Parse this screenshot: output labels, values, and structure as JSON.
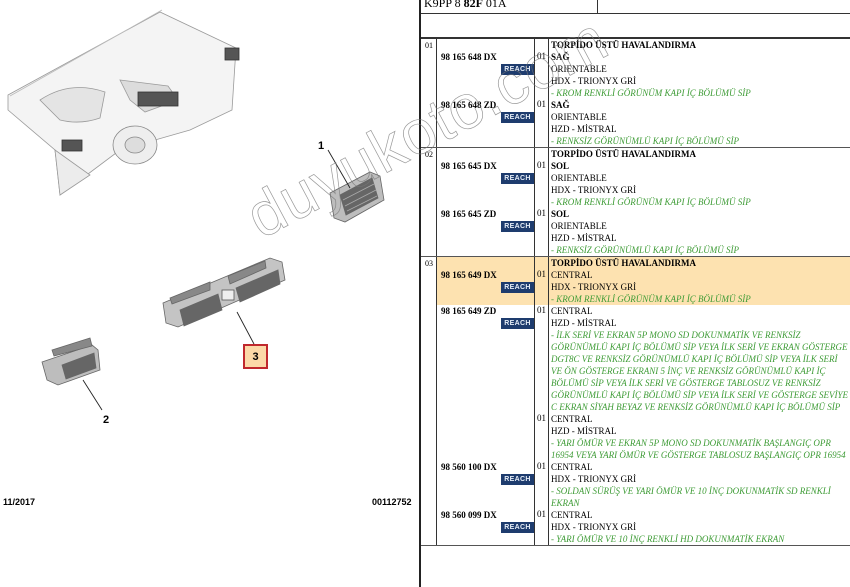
{
  "header": {
    "reference_prefix": "K9PP 8 ",
    "reference_bold": "82F",
    "reference_suffix": " 01A"
  },
  "diagram": {
    "callouts": [
      "1",
      "2",
      "3"
    ],
    "selected_callout": "3",
    "date": "11/2017",
    "illustration_code": "00112752",
    "watermark": "duyukoto.com"
  },
  "badge_label": "REACH",
  "colors": {
    "highlight": "#fde2b0",
    "reach_badge": "#1e3c6e",
    "condition_text": "#3d9b35",
    "callout_border": "#c0282d"
  },
  "groups": [
    {
      "num": "01",
      "items": [
        {
          "part_number": "98 165 648 DX",
          "qty": "01",
          "title": "TORPİDO ÜSTÜ HAVALANDIRMA",
          "lines": [
            {
              "text": "SAĞ",
              "style": "bold"
            },
            {
              "text": "ORIENTABLE",
              "style": "normal"
            },
            {
              "text": "HDX - TRIONYX GRİ",
              "style": "normal"
            },
            {
              "text": "- KROM RENKLİ GÖRÜNÜM KAPI İÇ BÖLÜMÜ SİP",
              "style": "green"
            }
          ]
        },
        {
          "part_number": "98 165 648 ZD",
          "qty": "01",
          "title": "",
          "lines": [
            {
              "text": "SAĞ",
              "style": "bold"
            },
            {
              "text": "ORIENTABLE",
              "style": "normal"
            },
            {
              "text": "HZD - MİSTRAL",
              "style": "normal"
            },
            {
              "text": "- RENKSİZ GÖRÜNÜMLÜ KAPI İÇ BÖLÜMÜ SİP",
              "style": "green"
            }
          ]
        }
      ]
    },
    {
      "num": "02",
      "items": [
        {
          "part_number": "98 165 645 DX",
          "qty": "01",
          "title": "TORPİDO ÜSTÜ HAVALANDIRMA",
          "lines": [
            {
              "text": "SOL",
              "style": "bold"
            },
            {
              "text": "ORIENTABLE",
              "style": "normal"
            },
            {
              "text": "HDX - TRIONYX GRİ",
              "style": "normal"
            },
            {
              "text": "- KROM RENKLİ GÖRÜNÜM KAPI İÇ BÖLÜMÜ SİP",
              "style": "green"
            }
          ]
        },
        {
          "part_number": "98 165 645 ZD",
          "qty": "01",
          "title": "",
          "lines": [
            {
              "text": "SOL",
              "style": "bold"
            },
            {
              "text": "ORIENTABLE",
              "style": "normal"
            },
            {
              "text": "HZD - MİSTRAL",
              "style": "normal"
            },
            {
              "text": "- RENKSİZ GÖRÜNÜMLÜ KAPI İÇ BÖLÜMÜ SİP",
              "style": "green"
            }
          ]
        }
      ]
    },
    {
      "num": "03",
      "items": [
        {
          "part_number": "98 165 649 DX",
          "qty": "01",
          "highlighted": true,
          "title": "TORPİDO ÜSTÜ HAVALANDIRMA",
          "lines": [
            {
              "text": "CENTRAL",
              "style": "normal"
            },
            {
              "text": "HDX - TRIONYX GRİ",
              "style": "normal"
            },
            {
              "text": "- KROM RENKLİ GÖRÜNÜM KAPI İÇ BÖLÜMÜ SİP",
              "style": "green"
            }
          ]
        },
        {
          "part_number": "98 165 649 ZD",
          "qty": "01",
          "title": "",
          "lines": [
            {
              "text": "CENTRAL",
              "style": "normal"
            },
            {
              "text": "HZD - MİSTRAL",
              "style": "normal"
            },
            {
              "text": "- İLK SERİ VE EKRAN 5P MONO SD DOKUNMATİK VE RENKSİZ GÖRÜNÜMLÜ KAPI İÇ BÖLÜMÜ SİP VEYA İLK SERİ VE EKRAN GÖSTERGE DGT8C VE RENKSİZ GÖRÜNÜMLÜ KAPI İÇ BÖLÜMÜ SİP VEYA İLK SERİ VE ÖN GÖSTERGE EKRANI 5 İNÇ VE RENKSİZ GÖRÜNÜMLÜ KAPI İÇ BÖLÜMÜ SİP VEYA İLK SERİ VE GÖSTERGE TABLOSUZ VE RENKSİZ GÖRÜNÜMLÜ KAPI İÇ BÖLÜMÜ SİP VEYA İLK SERİ VE GÖSTERGE SEVİYE C EKRAN SİYAH BEYAZ VE RENKSİZ GÖRÜNÜMLÜ KAPI İÇ BÖLÜMÜ SİP",
              "style": "green"
            }
          ]
        },
        {
          "part_number": "",
          "qty": "01",
          "title": "",
          "lines": [
            {
              "text": "CENTRAL",
              "style": "normal"
            },
            {
              "text": "HZD - MİSTRAL",
              "style": "normal"
            },
            {
              "text": "- YARI ÖMÜR VE EKRAN 5P MONO SD DOKUNMATİK BAŞLANGIÇ OPR 16954 VEYA YARI ÖMÜR VE GÖSTERGE TABLOSUZ BAŞLANGIÇ OPR 16954",
              "style": "green"
            }
          ]
        },
        {
          "part_number": "98 560 100 DX",
          "qty": "01",
          "title": "",
          "lines": [
            {
              "text": "CENTRAL",
              "style": "normal"
            },
            {
              "text": "HDX - TRIONYX GRİ",
              "style": "normal"
            },
            {
              "text": "- SOLDAN SÜRÜŞ VE YARI ÖMÜR VE 10 İNÇ DOKUNMATİK SD RENKLİ EKRAN",
              "style": "green"
            }
          ]
        },
        {
          "part_number": "98 560 099 DX",
          "qty": "01",
          "title": "",
          "lines": [
            {
              "text": "CENTRAL",
              "style": "normal"
            },
            {
              "text": "HDX - TRIONYX GRİ",
              "style": "normal"
            },
            {
              "text": "- YARI ÖMÜR VE 10 İNÇ RENKLİ HD DOKUNMATİK EKRAN",
              "style": "green"
            }
          ]
        }
      ]
    }
  ]
}
